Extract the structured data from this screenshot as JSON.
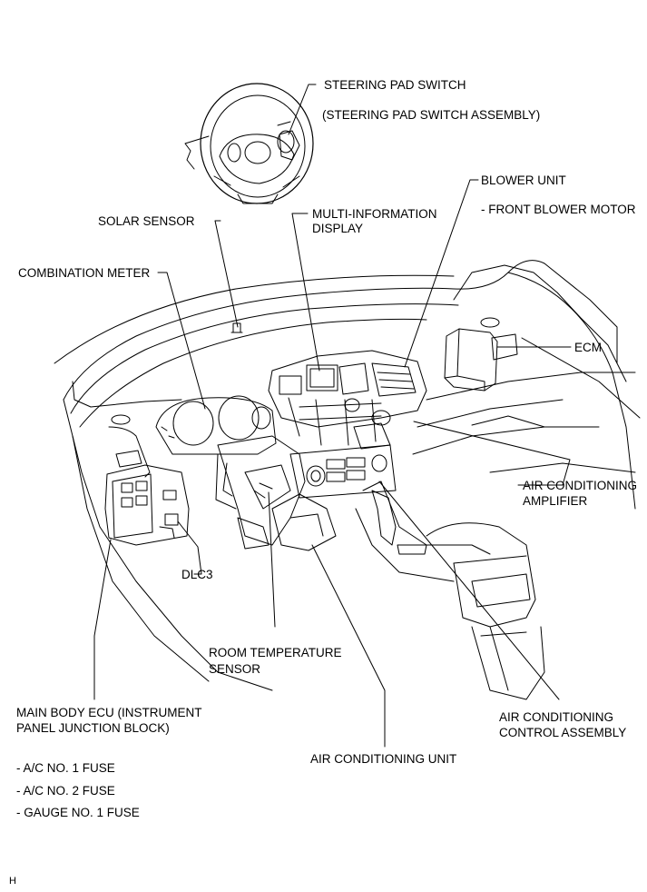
{
  "labels": {
    "steering_pad_switch": "STEERING PAD SWITCH",
    "steering_pad_switch_assembly": "(STEERING PAD SWITCH ASSEMBLY)",
    "blower_unit": "BLOWER UNIT",
    "front_blower_motor": "- FRONT BLOWER MOTOR",
    "solar_sensor": "SOLAR SENSOR",
    "multi_info_display_line1": "MULTI-INFORMATION",
    "multi_info_display_line2": "DISPLAY",
    "combination_meter": "COMBINATION METER",
    "ecm": "ECM",
    "ac_amplifier_line1": "AIR CONDITIONING",
    "ac_amplifier_line2": "AMPLIFIER",
    "dlc3": "DLC3",
    "room_temp_sensor_line1": "ROOM TEMPERATURE",
    "room_temp_sensor_line2": "SENSOR",
    "main_body_ecu_line1": "MAIN BODY ECU (INSTRUMENT",
    "main_body_ecu_line2": "PANEL JUNCTION BLOCK)",
    "ac_control_assembly_line1": "AIR CONDITIONING",
    "ac_control_assembly_line2": "CONTROL ASSEMBLY",
    "ac_unit": "AIR CONDITIONING UNIT",
    "fuse_ac1": "- A/C NO. 1 FUSE",
    "fuse_ac2": "- A/C NO. 2 FUSE",
    "fuse_gauge1": "- GAUGE NO. 1 FUSE",
    "corner_mark": "H"
  }
}
